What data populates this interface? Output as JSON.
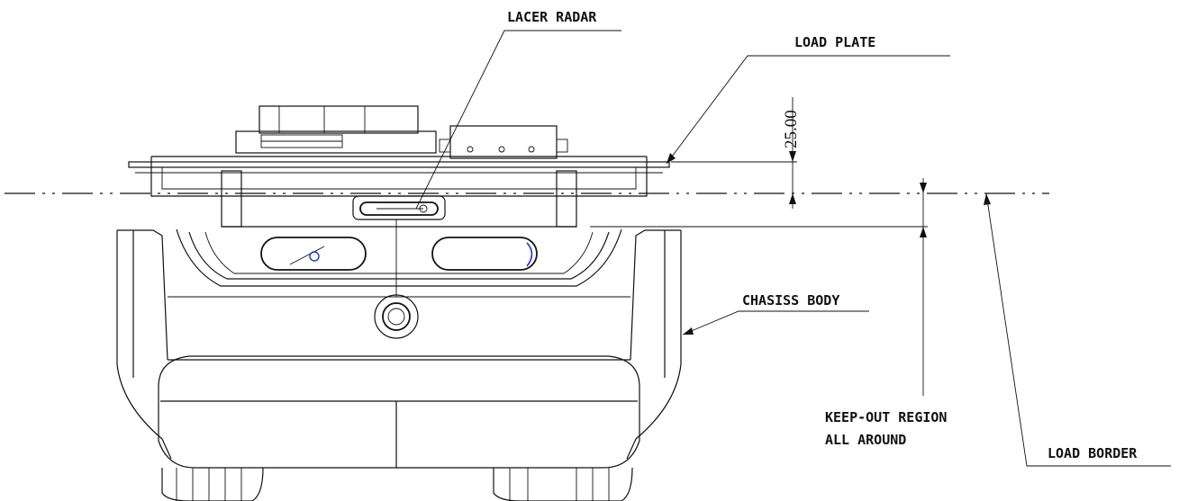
{
  "labels": {
    "lacer_radar": "LACER RADAR",
    "load_plate": "LOAD PLATE",
    "chasiss_body": "CHASISS BODY",
    "keep_out_line1": "KEEP-OUT REGION",
    "keep_out_line2": "ALL AROUND",
    "load_border": "LOAD BORDER"
  },
  "dimension": {
    "value": "25.00"
  },
  "colors": {
    "line": "#111111",
    "accent": "#2233cc",
    "background": "#ffffff"
  }
}
